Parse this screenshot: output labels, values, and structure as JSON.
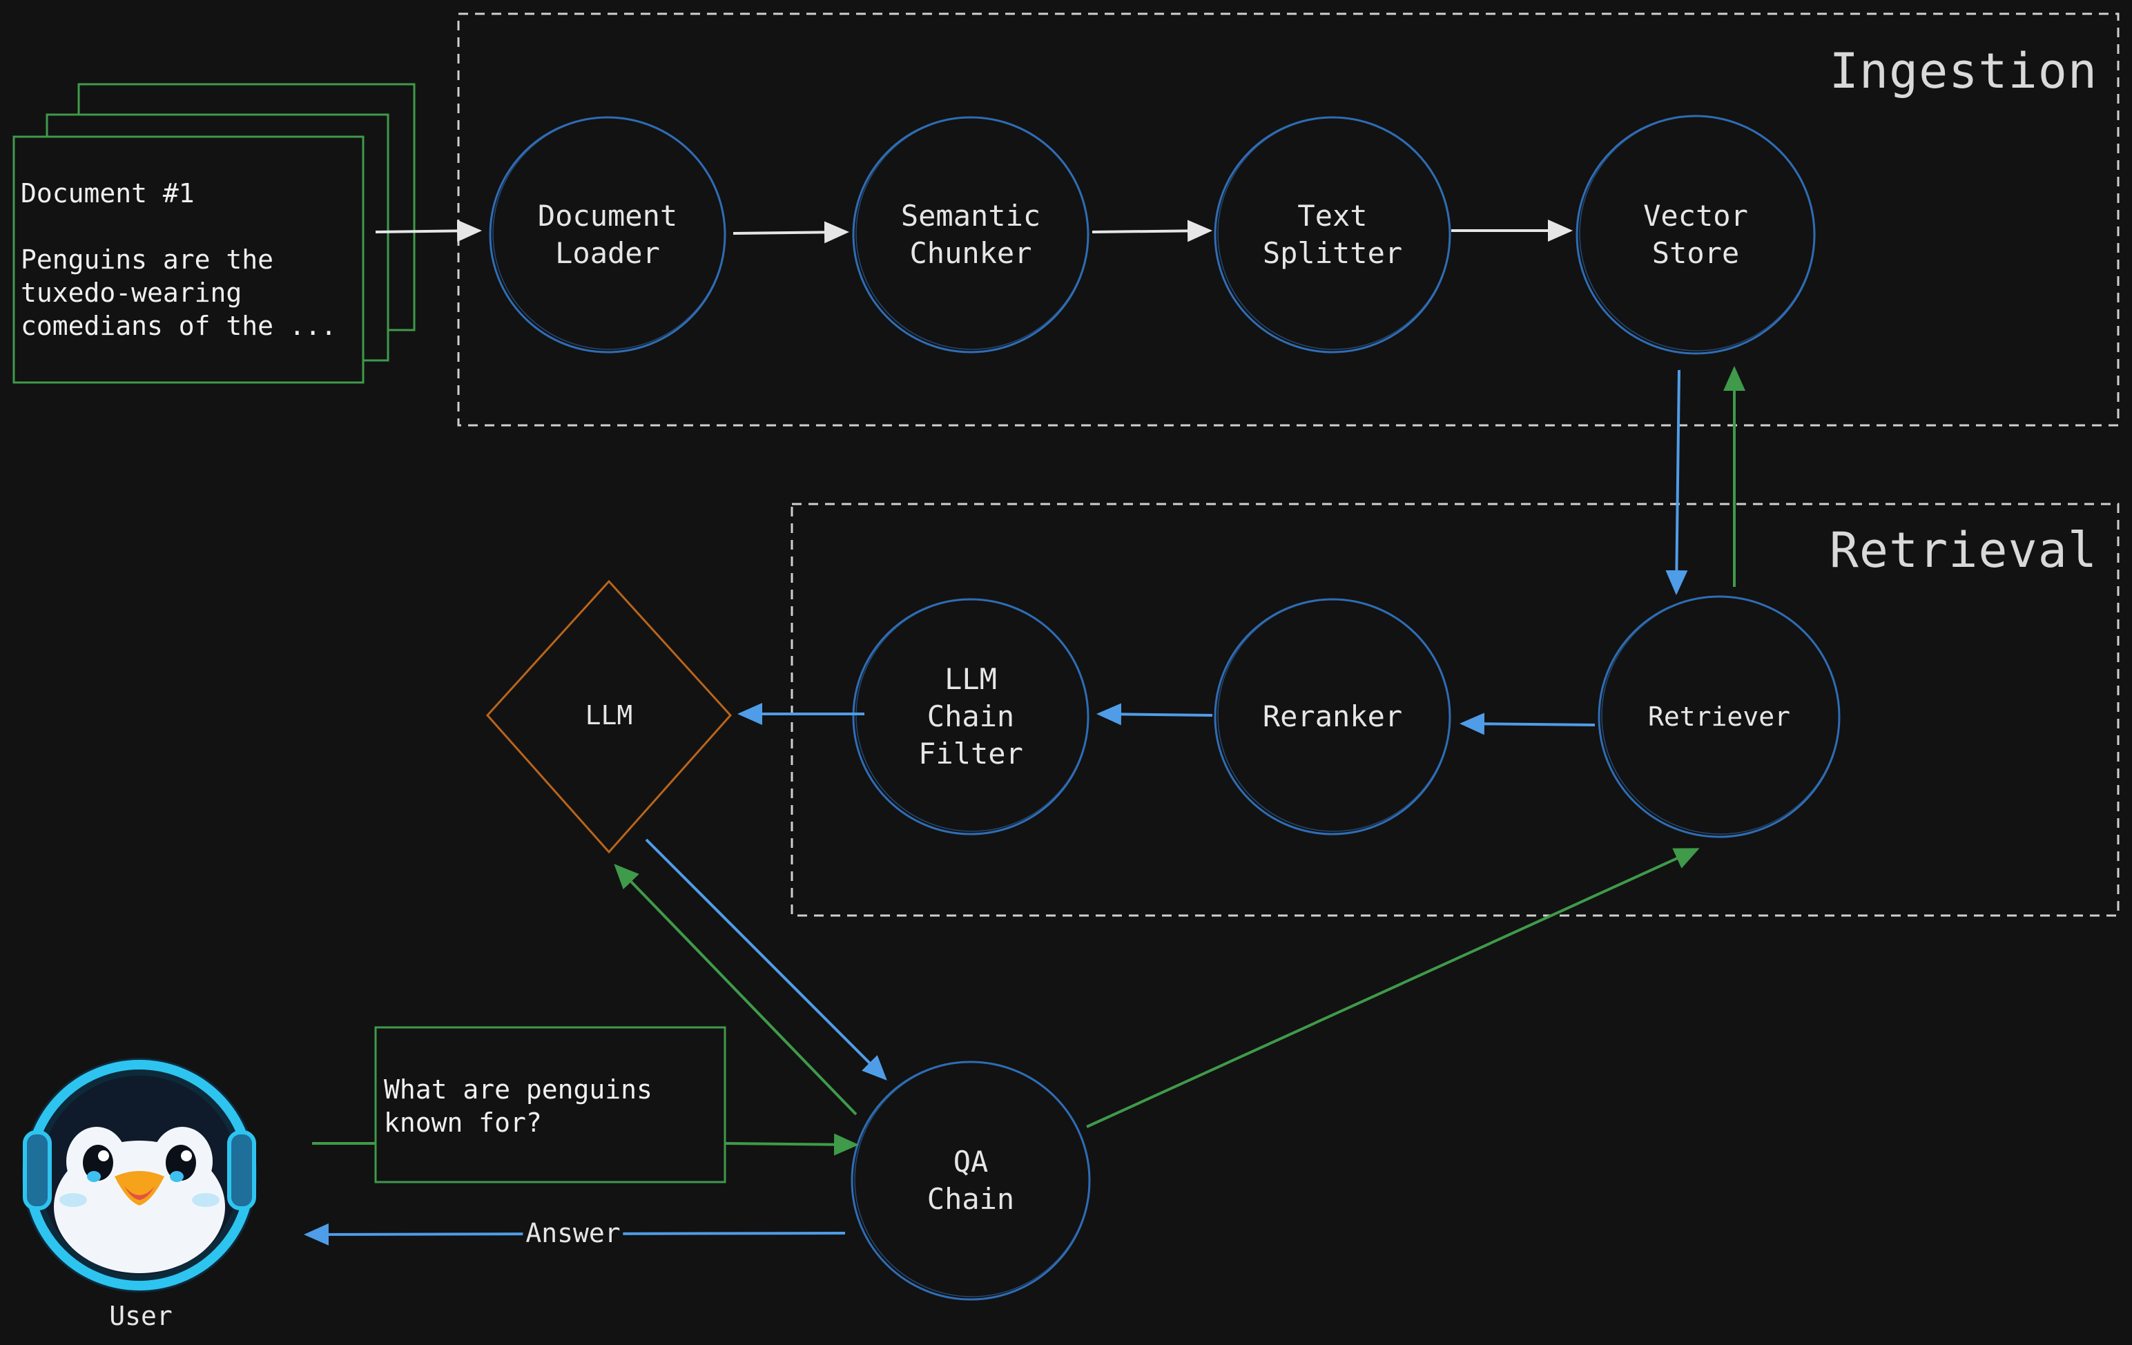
{
  "sections": {
    "ingestion": "Ingestion",
    "retrieval": "Retrieval"
  },
  "document": {
    "title": "Document #1",
    "body": "Penguins are the\ntuxedo-wearing\ncomedians of the ..."
  },
  "nodes": {
    "document_loader": "Document\nLoader",
    "semantic_chunker": "Semantic\nChunker",
    "text_splitter": "Text\nSplitter",
    "vector_store": "Vector\nStore",
    "retriever": "Retriever",
    "reranker": "Reranker",
    "llm_chain_filter": "LLM\nChain\nFilter",
    "llm": "LLM",
    "qa_chain": "QA\nChain"
  },
  "question": "What are penguins\nknown for?",
  "answer_label": "Answer",
  "user_label": "User",
  "colors": {
    "background": "#121212",
    "node_outline": "#2f6db5",
    "flow_blue": "#4f9de8",
    "flow_green": "#3f9a4a",
    "doc_border": "#3f9a4a",
    "llm_outline": "#b8651c",
    "arrow_white": "#e6e6e6",
    "dashed_border": "#d0d0d0"
  }
}
